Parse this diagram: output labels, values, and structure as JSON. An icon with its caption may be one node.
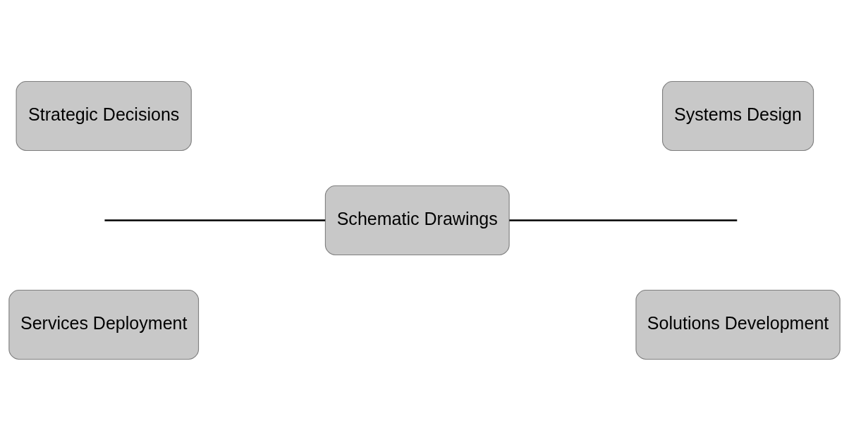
{
  "diagram": {
    "nodes": [
      {
        "text": [
          "Strategic Decisions"
        ]
      },
      {
        "text": [
          "Systems Design"
        ]
      },
      {
        "text": [
          "Schematic Drawings"
        ]
      },
      {
        "text": [
          "Services Deployment"
        ]
      },
      {
        "text": [
          "Solutions Development"
        ]
      }
    ],
    "edges": [
      {
        "from": null,
        "to": 2,
        "arrow": "none"
      },
      {
        "from": 2,
        "to": null,
        "arrow": "none"
      }
    ]
  }
}
